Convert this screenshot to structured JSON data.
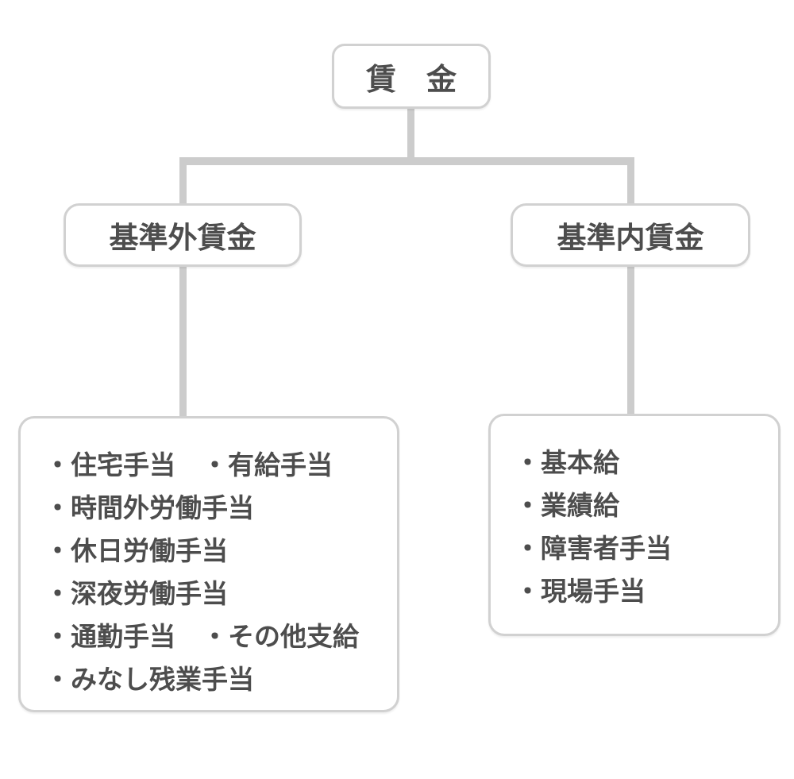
{
  "colors": {
    "background": "#ffffff",
    "box_border": "#d1d1d1",
    "connector": "#cccccc",
    "text": "#4d4d4d"
  },
  "tree": {
    "root": {
      "label": "賃　金"
    },
    "branches": [
      {
        "label": "基準外賃金",
        "items": [
          "・住宅手当　・有給手当",
          "・時間外労働手当",
          "・休日労働手当",
          "・深夜労働手当",
          "・通勤手当　・その他支給",
          "・みなし残業手当"
        ]
      },
      {
        "label": "基準内賃金",
        "items": [
          "・基本給",
          "・業績給",
          "・障害者手当",
          "・現場手当"
        ]
      }
    ]
  }
}
